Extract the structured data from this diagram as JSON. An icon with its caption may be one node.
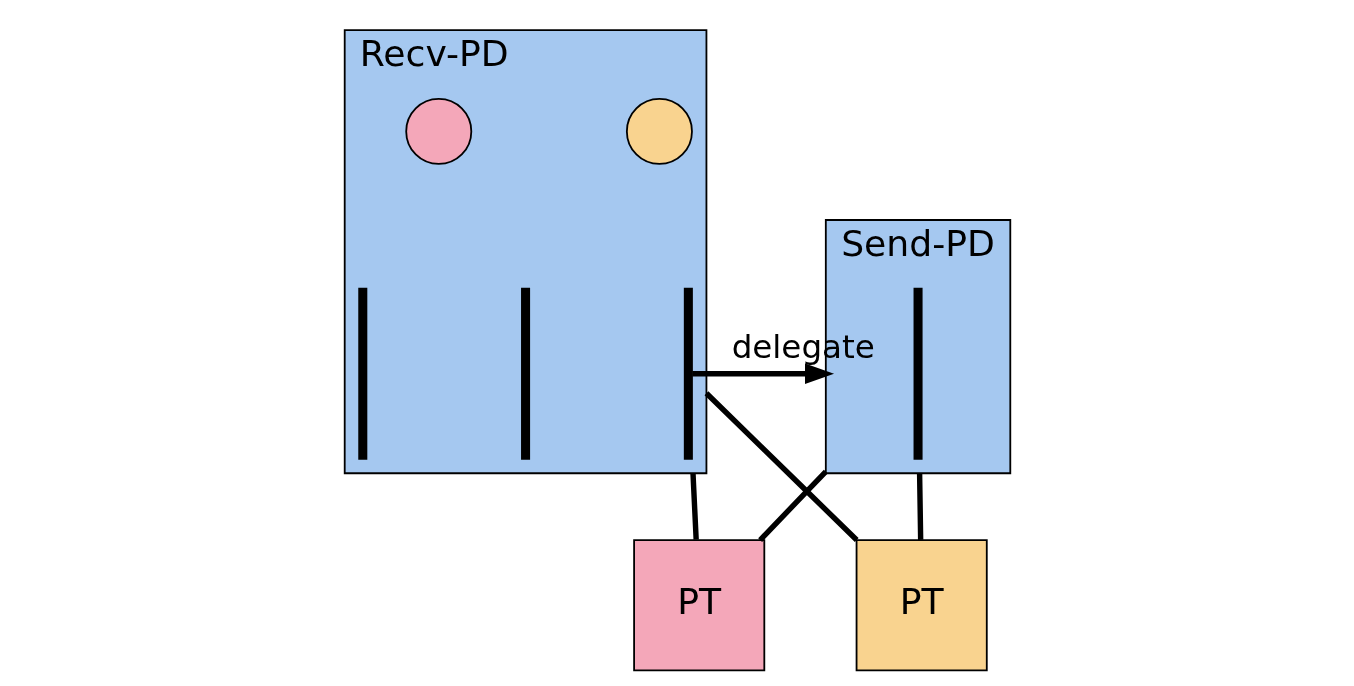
{
  "diagram": {
    "nodes": [
      {
        "text": [
          "Recv-PD"
        ]
      },
      {
        "text": [],
        "shape": "circle",
        "in": 0
      },
      {
        "text": [],
        "shape": "circle",
        "in": 0
      },
      {
        "text": [],
        "shape": "squiggle",
        "in": 0
      },
      {
        "text": [],
        "shape": "squiggle",
        "in": 0
      },
      {
        "text": [],
        "shape": "squiggle",
        "in": 0
      },
      {
        "text": [
          "Send-PD"
        ]
      },
      {
        "text": [],
        "shape": "squiggle",
        "in": 6
      },
      {
        "text": [
          "PT"
        ]
      },
      {
        "text": [
          "PT"
        ]
      }
    ],
    "edges": [
      {
        "from": 5,
        "to": 6,
        "arrow": "to",
        "label": "delegate"
      },
      {
        "from": 0,
        "to": 8,
        "arrow": "none"
      },
      {
        "from": 6,
        "to": 8,
        "arrow": "none"
      },
      {
        "from": 0,
        "to": 9,
        "arrow": "none"
      },
      {
        "from": 6,
        "to": 9,
        "arrow": "none"
      }
    ]
  }
}
